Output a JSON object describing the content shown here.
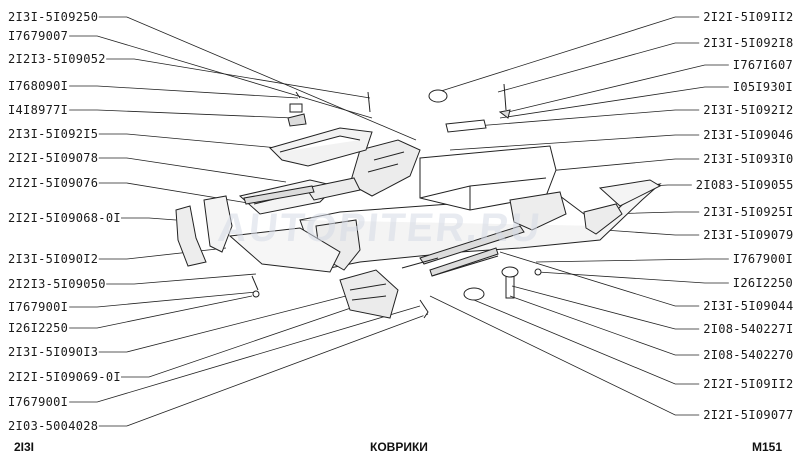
{
  "left_labels": [
    "2I3I-5I09250",
    "I7679007",
    "2I2I3-5I09052",
    "I768090I",
    "I4I8977I",
    "2I3I-5I092I5",
    "2I2I-5I09078",
    "2I2I-5I09076",
    "2I2I-5I09068-0I",
    "2I3I-5I090I2",
    "2I2I3-5I09050",
    "I767900I",
    "I26I2250",
    "2I3I-5I090I3",
    "2I2I-5I09069-0I",
    "I767900I",
    "2I03-5004028"
  ],
  "right_labels": [
    "2I2I-5I09II2",
    "2I3I-5I092I8",
    "I767I607",
    "I05I930I",
    "2I3I-5I092I2",
    "2I3I-5I09046",
    "2I3I-5I093I0",
    "2I083-5I09055",
    "2I3I-5I0925I",
    "2I3I-5I09079",
    "I767900I",
    "I26I2250",
    "2I3I-5I09044",
    "2I08-540227I",
    "2I08-5402270",
    "2I2I-5I09II2",
    "2I2I-5I09077"
  ],
  "footer": {
    "model": "2I3I",
    "title": "КОВРИКИ",
    "page": "M151"
  },
  "watermark": "AUTOPITER.RU"
}
